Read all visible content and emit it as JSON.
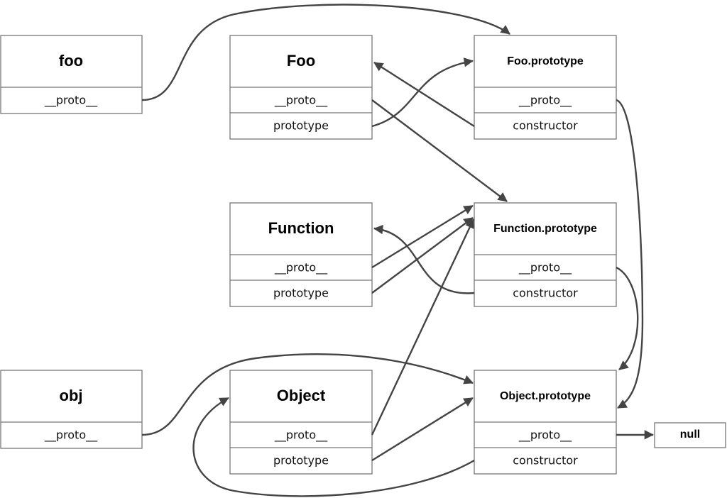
{
  "nodes": {
    "foo": {
      "title": "foo",
      "fields": [
        "__proto__"
      ]
    },
    "Foo": {
      "title": "Foo",
      "fields": [
        "__proto__",
        "prototype"
      ]
    },
    "FooPrototype": {
      "title": "Foo.prototype",
      "fields": [
        "__proto__",
        "constructor"
      ]
    },
    "Function": {
      "title": "Function",
      "fields": [
        "__proto__",
        "prototype"
      ]
    },
    "FunctionPrototype": {
      "title": "Function.prototype",
      "fields": [
        "__proto__",
        "constructor"
      ]
    },
    "obj": {
      "title": "obj",
      "fields": [
        "__proto__"
      ]
    },
    "Object": {
      "title": "Object",
      "fields": [
        "__proto__",
        "prototype"
      ]
    },
    "ObjectPrototype": {
      "title": "Object.prototype",
      "fields": [
        "__proto__",
        "constructor"
      ]
    },
    "null": {
      "title": "null"
    }
  },
  "colors": {
    "edge": "#444444",
    "border": "#777777"
  }
}
